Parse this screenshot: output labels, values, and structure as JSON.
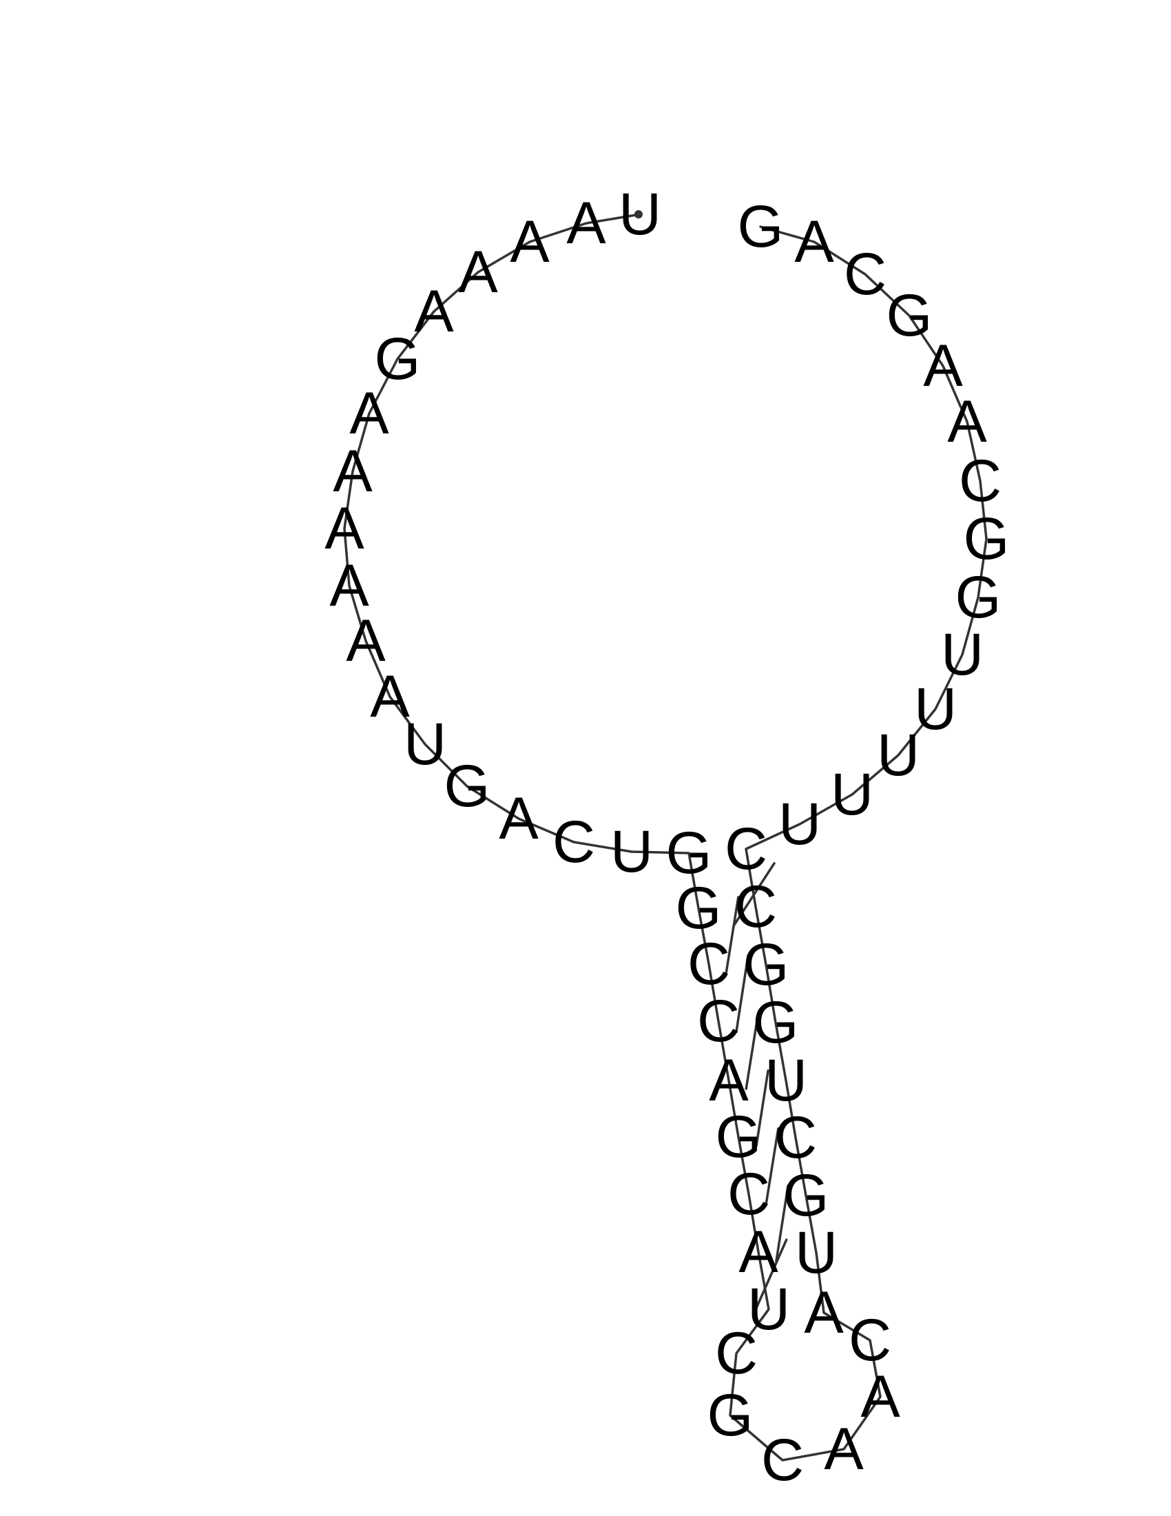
{
  "sequence": "UAAAAGAAAAAAUGACUGGCCAGCAUCGCAACAUGCUGGCCUUUUUGGCAAGCAG",
  "pairs": [
    [
      19,
      41
    ],
    [
      20,
      40
    ],
    [
      21,
      39
    ],
    [
      22,
      38
    ],
    [
      23,
      37
    ],
    [
      24,
      36
    ],
    [
      25,
      35
    ],
    [
      26,
      34
    ]
  ],
  "colors": {
    "line": "#333333",
    "text": "#000000",
    "background": "#ffffff"
  }
}
